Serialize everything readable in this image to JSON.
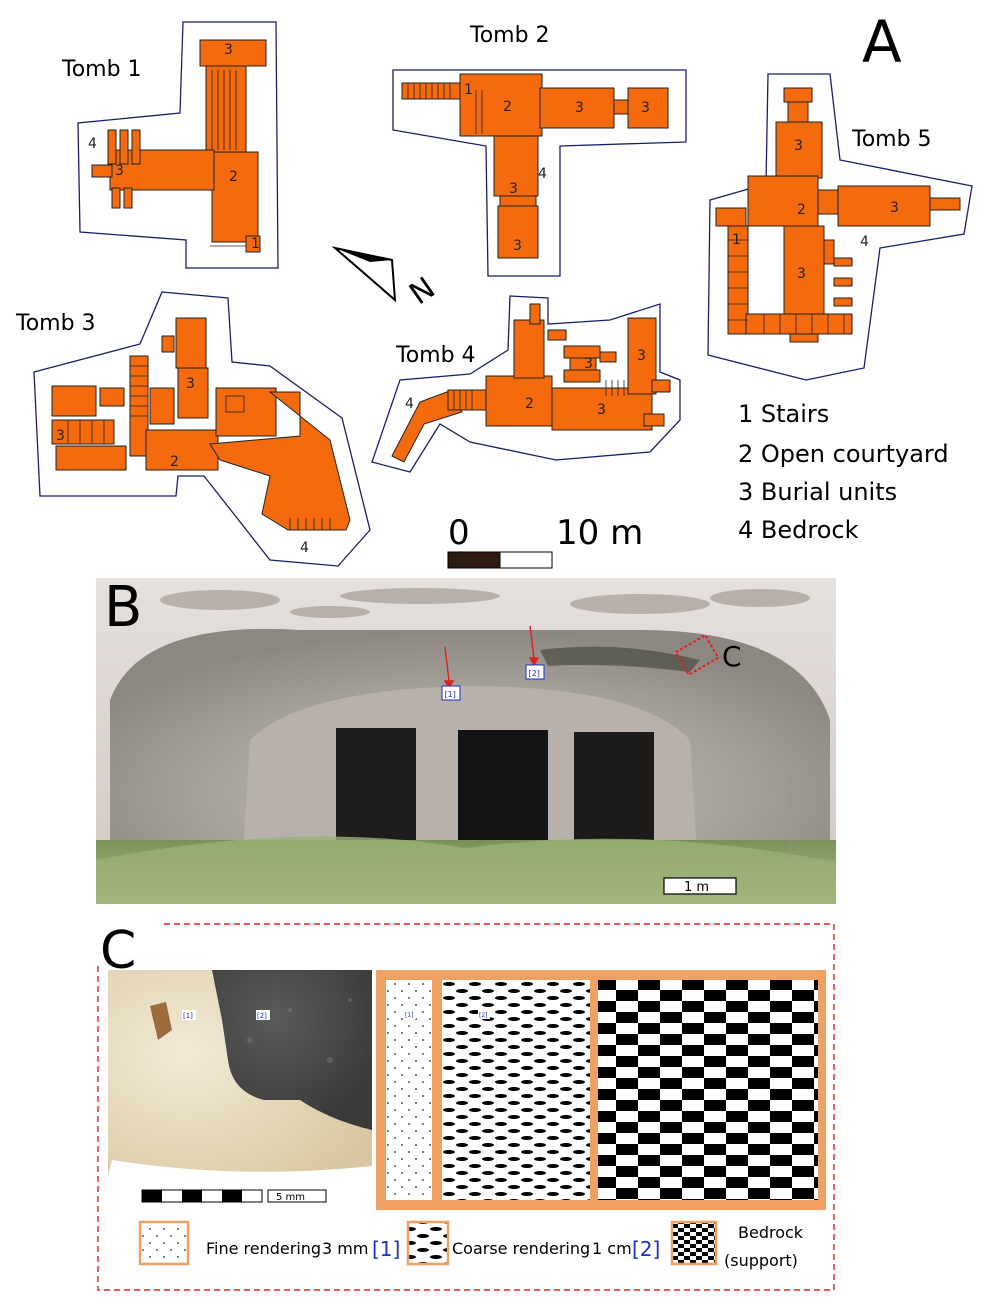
{
  "panel_a": {
    "letter": "A",
    "tombs": [
      {
        "name": "Tomb 1",
        "units": [
          "3",
          "3",
          "2",
          "1",
          "4"
        ]
      },
      {
        "name": "Tomb 2",
        "units": [
          "1",
          "2",
          "3",
          "3",
          "3",
          "3",
          "4"
        ]
      },
      {
        "name": "Tomb 3",
        "units": [
          "3",
          "3",
          "2",
          "4"
        ]
      },
      {
        "name": "Tomb 4",
        "units": [
          "3",
          "3",
          "3",
          "2",
          "4"
        ]
      },
      {
        "name": "Tomb 5",
        "units": [
          "3",
          "2",
          "3",
          "3",
          "1",
          "4"
        ]
      }
    ],
    "north": "N",
    "scale": {
      "start": "0",
      "end": "10 m"
    },
    "legend": [
      "1 Stairs",
      "2 Open courtyard",
      "3 Burial units",
      "4 Bedrock"
    ]
  },
  "panel_b": {
    "letter": "B",
    "markers": [
      "[1]",
      "[2]"
    ],
    "inset_label": "C",
    "scale": "1 m"
  },
  "panel_c": {
    "letter": "C",
    "photo_markers": [
      "[1]",
      "[2]"
    ],
    "pattern_markers": [
      "[1]",
      "[2]"
    ],
    "scale": "5 mm",
    "legend": {
      "fine": "Fine rendering",
      "fine_size": "3 mm",
      "fine_ref": "[1]",
      "coarse": "Coarse rendering",
      "coarse_size": "1 cm",
      "coarse_ref": "[2]",
      "bedrock_line1": "Bedrock",
      "bedrock_line2": "(support)"
    }
  },
  "colors": {
    "plan_fill": "#f46a0c",
    "outline": "#1b1f6b",
    "arrow_red": "#e02020",
    "ref_blue": "#1a2ecf",
    "frame_orange": "#f0a060"
  }
}
